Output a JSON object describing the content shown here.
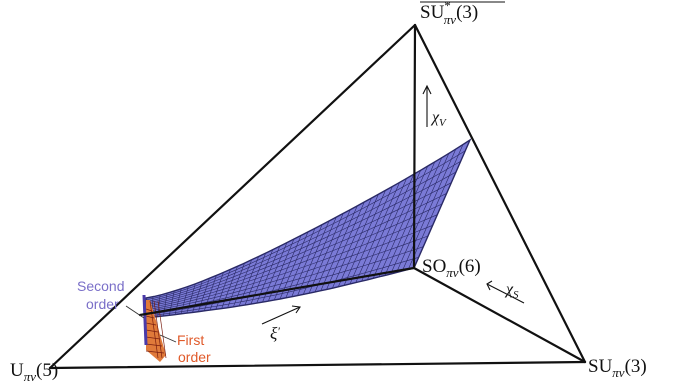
{
  "colors": {
    "surface_fill": "#7a7ad6",
    "surface_grid": "#2a2a66",
    "first_order_fill": "#e07a3a",
    "first_order_grid": "#7a1e10",
    "second_order_line": "#4a3aa8",
    "second_order_text": "#7a6fc8",
    "first_order_text": "#e05a2a",
    "edge": "#111111"
  },
  "vertices": {
    "top": {
      "base": "SU",
      "star": "*",
      "sub": "πν",
      "arg": "(3)"
    },
    "left": {
      "base": "U",
      "sub": "πν",
      "arg": "(5)"
    },
    "right": {
      "base": "SU",
      "sub": "πν",
      "arg": "(3)"
    },
    "center": {
      "base": "SO",
      "sub": "πν",
      "arg": "(6)"
    }
  },
  "parameters": {
    "chi_v": {
      "base": "χ",
      "sub": "V"
    },
    "chi_s": {
      "base": "χ",
      "sub": "S"
    },
    "xi": {
      "base": "ξ",
      "prime": "′"
    }
  },
  "labels": {
    "second_order": [
      "Second",
      "order"
    ],
    "first_order": [
      "First",
      "order"
    ]
  }
}
